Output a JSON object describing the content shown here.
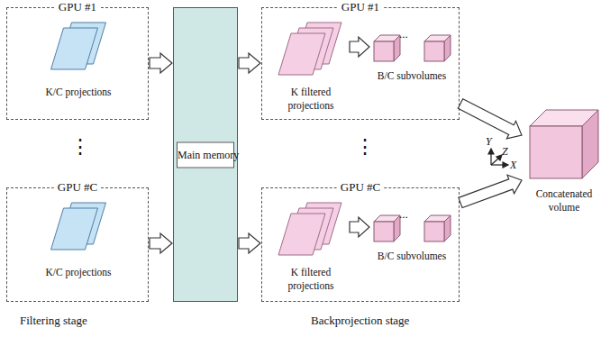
{
  "diagram": {
    "nodes": [
      {
        "text": [
          "GPU #1"
        ]
      },
      {
        "text": [
          "K/C projections"
        ],
        "in": 0
      },
      {
        "text": [
          "GPU #C"
        ]
      },
      {
        "text": [
          "K/C projections"
        ],
        "in": 2
      },
      {
        "text": [
          "Main memory"
        ]
      },
      {
        "text": [
          "GPU #1"
        ]
      },
      {
        "text": [
          "K filtered projections"
        ],
        "in": 5
      },
      {
        "text": [
          "B/C subvolumes"
        ],
        "in": 5
      },
      {
        "text": [
          "GPU #C"
        ]
      },
      {
        "text": [
          "K filtered projections"
        ],
        "in": 8
      },
      {
        "text": [
          "B/C subvolumes"
        ],
        "in": 8
      },
      {
        "text": [
          "Concatenated volume"
        ]
      }
    ],
    "edges": [
      {
        "from": 0,
        "to": 4,
        "arrow": "to"
      },
      {
        "from": 2,
        "to": 4,
        "arrow": "to"
      },
      {
        "from": 4,
        "to": 5,
        "arrow": "to"
      },
      {
        "from": 4,
        "to": 8,
        "arrow": "to"
      },
      {
        "from": 6,
        "to": 7,
        "arrow": "to"
      },
      {
        "from": 9,
        "to": 10,
        "arrow": "to"
      },
      {
        "from": 5,
        "to": 11,
        "arrow": "to"
      },
      {
        "from": 8,
        "to": 11,
        "arrow": "to"
      }
    ],
    "labels": [
      "...",
      "⋮",
      "⋮",
      "...",
      "Y",
      "Z",
      "X",
      "Filtering stage",
      "Backprojection stage"
    ]
  }
}
